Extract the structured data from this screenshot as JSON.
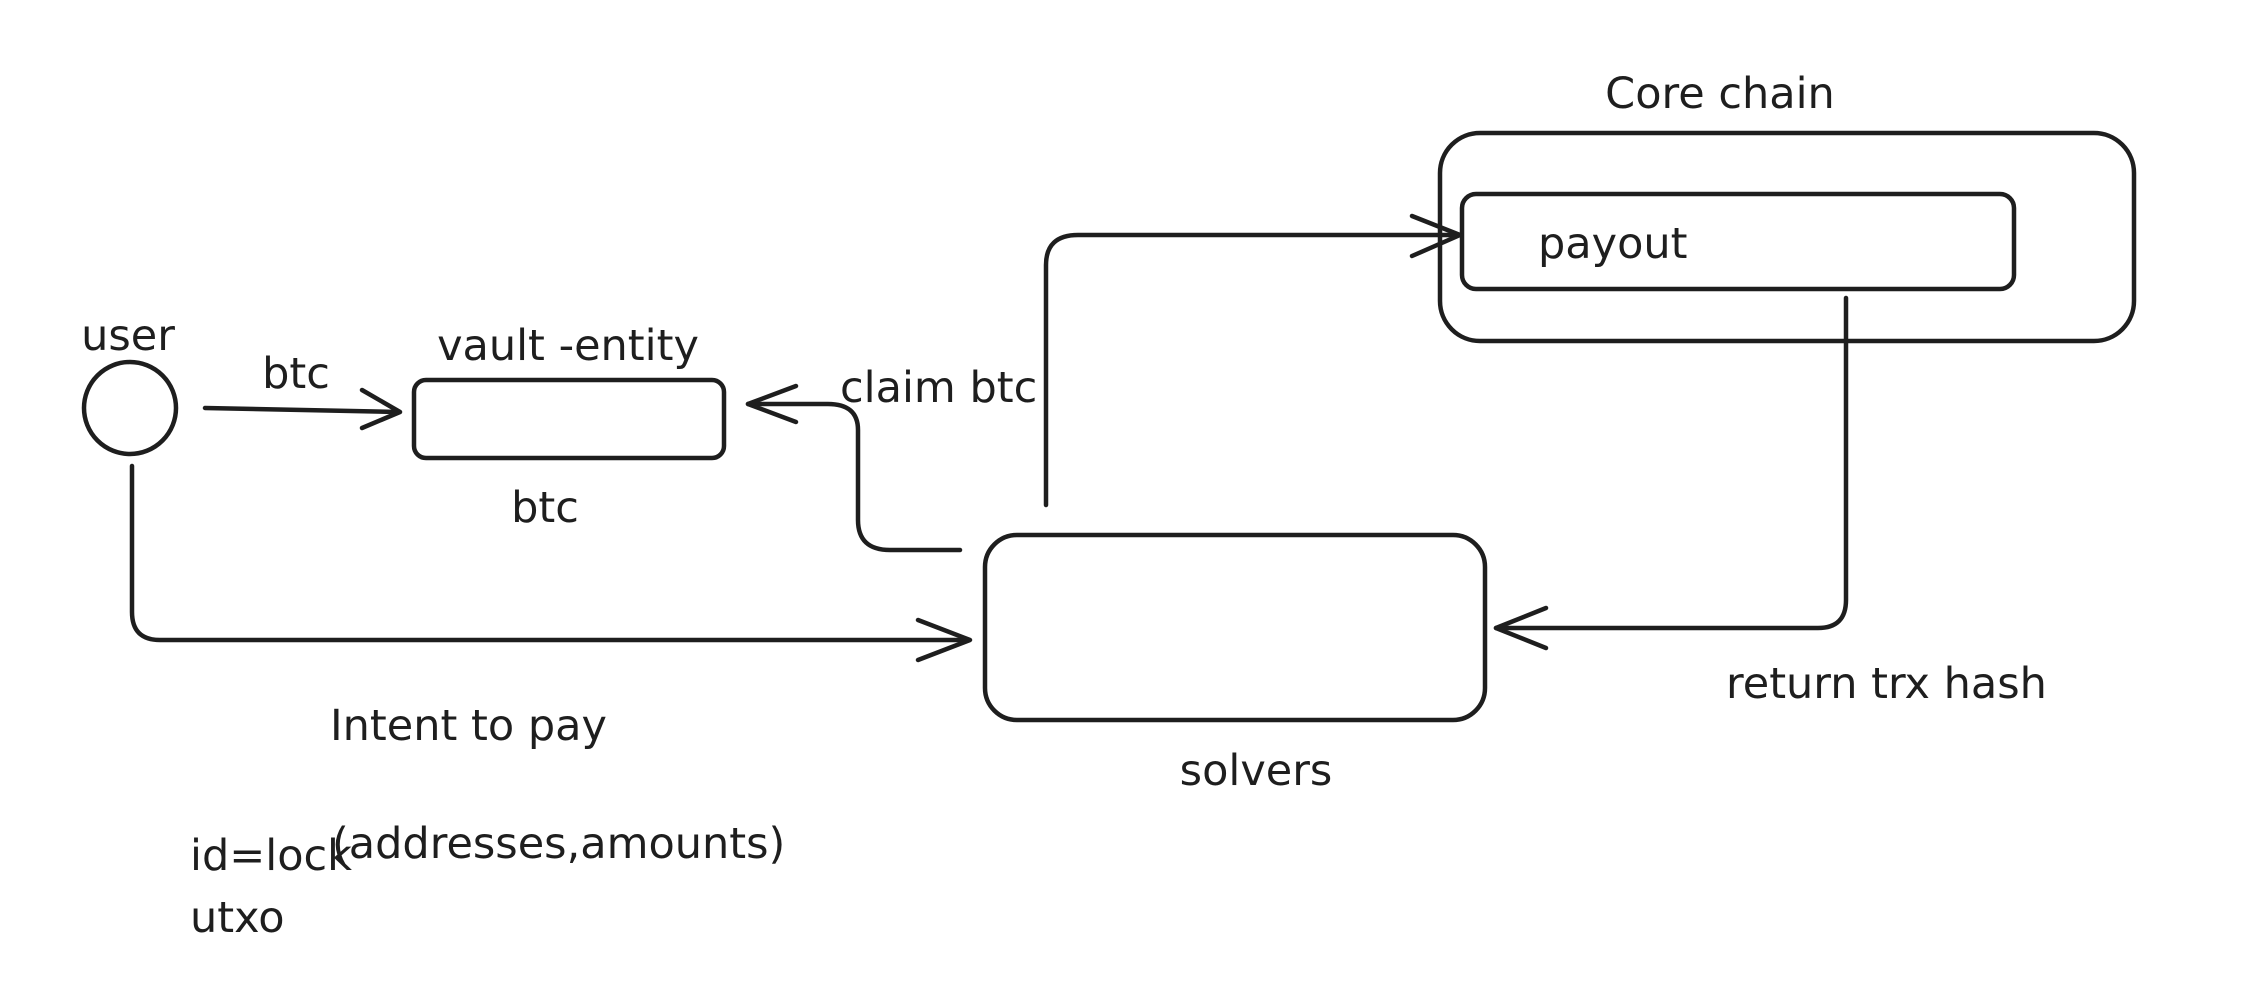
{
  "nodes": {
    "user": {
      "label": "user"
    },
    "vault": {
      "title": "vault -entity",
      "caption": "btc"
    },
    "core_chain": {
      "title": "Core chain"
    },
    "payout": {
      "label": "payout"
    },
    "solvers": {
      "label": "solvers"
    }
  },
  "edges": {
    "user_to_vault": {
      "label": "btc"
    },
    "solvers_to_vault": {
      "label": "claim btc"
    },
    "user_to_solvers": {
      "label": "Intent to pay"
    },
    "payout_to_solvers": {
      "label": "return trx hash"
    },
    "solvers_to_payout": {
      "label": ""
    }
  },
  "notes": {
    "line1_prefix": "id=lock",
    "line1_args": "(addresses,amounts)",
    "line2": "utxo"
  }
}
